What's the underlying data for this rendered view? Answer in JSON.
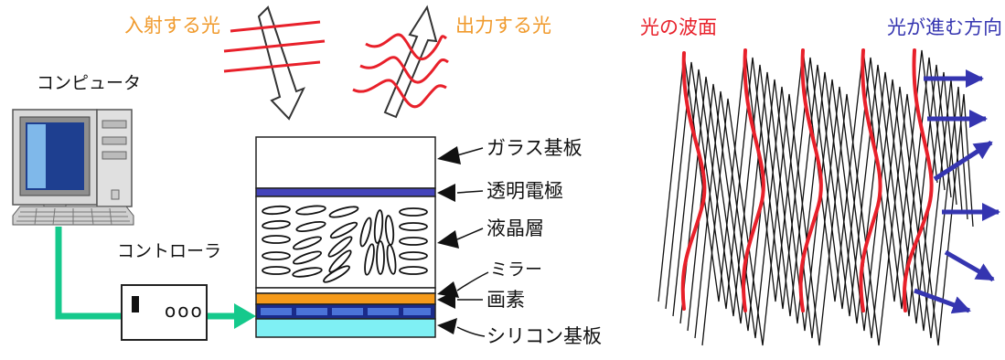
{
  "labels": {
    "incident_light": "入射する光",
    "output_light": "出力する光",
    "computer": "コンピュータ",
    "controller": "コントローラ",
    "wavefront": "光の波面",
    "propagation": "光が進む方向"
  },
  "layers": [
    {
      "name": "ガラス基板"
    },
    {
      "name": "透明電極"
    },
    {
      "name": "液晶層"
    },
    {
      "name": "ミラー"
    },
    {
      "name": "画素"
    },
    {
      "name": "シリコン基板"
    }
  ],
  "controller_indicator": "ooo",
  "colors": {
    "orange_text": "#F09A2C",
    "wavefront_red": "#E8202A",
    "arrow_blue": "#3535B0",
    "cable_green": "#15C98C",
    "electrode_blue": "#4444BB",
    "mirror_orange": "#F59A1A",
    "pixel_navy": "#1A2A8A",
    "substrate_cyan": "#7FF0F4"
  }
}
